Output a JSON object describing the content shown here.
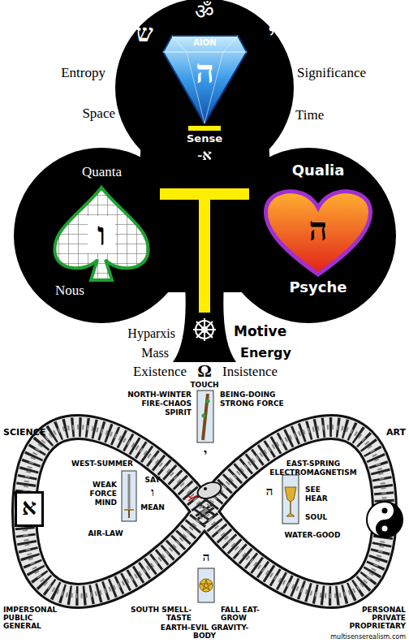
{
  "diagram": {
    "nodes": [
      {
        "text": [
          "AION",
          "ה"
        ]
      },
      {
        "text": [
          "Quanta",
          "ו",
          "Nous"
        ]
      },
      {
        "text": [
          "Qualia",
          "ה",
          "Psyche"
        ]
      },
      {
        "text": [
          "א"
        ]
      }
    ],
    "labels": [
      "ש",
      "ॐ",
      "י",
      "Entropy",
      "Significance",
      "Space",
      "Time",
      "Sense",
      "-א",
      "Hyparxis",
      "Motive",
      "Mass",
      "Energy",
      "Existence",
      "Ω",
      "Insistence",
      "TOUCH",
      "NORTH-WINTER FIRE-CHAOS SPIRIT",
      "BEING-DOING STRONG FORCE",
      "י",
      "WEST-SUMMER",
      "EAST-SPRING ELECTROMAGNETISM",
      "SCIENCE",
      "ART",
      "SAY",
      "ו",
      "MEAN",
      "WEAK FORCE MIND",
      "ה",
      "SEE HEAR",
      "SOUL",
      "AIR-LAW",
      "WATER-GOOD",
      "ה",
      "IMPERSONAL PUBLIC GENERAL",
      "PERSONAL PRIVATE PROPRIETARY",
      "SOUTH SMELL-TASTE",
      "FALL EAT-GROW",
      "EARTH-EVIL GRAVITY-BODY",
      "multisenserealism.com"
    ]
  }
}
